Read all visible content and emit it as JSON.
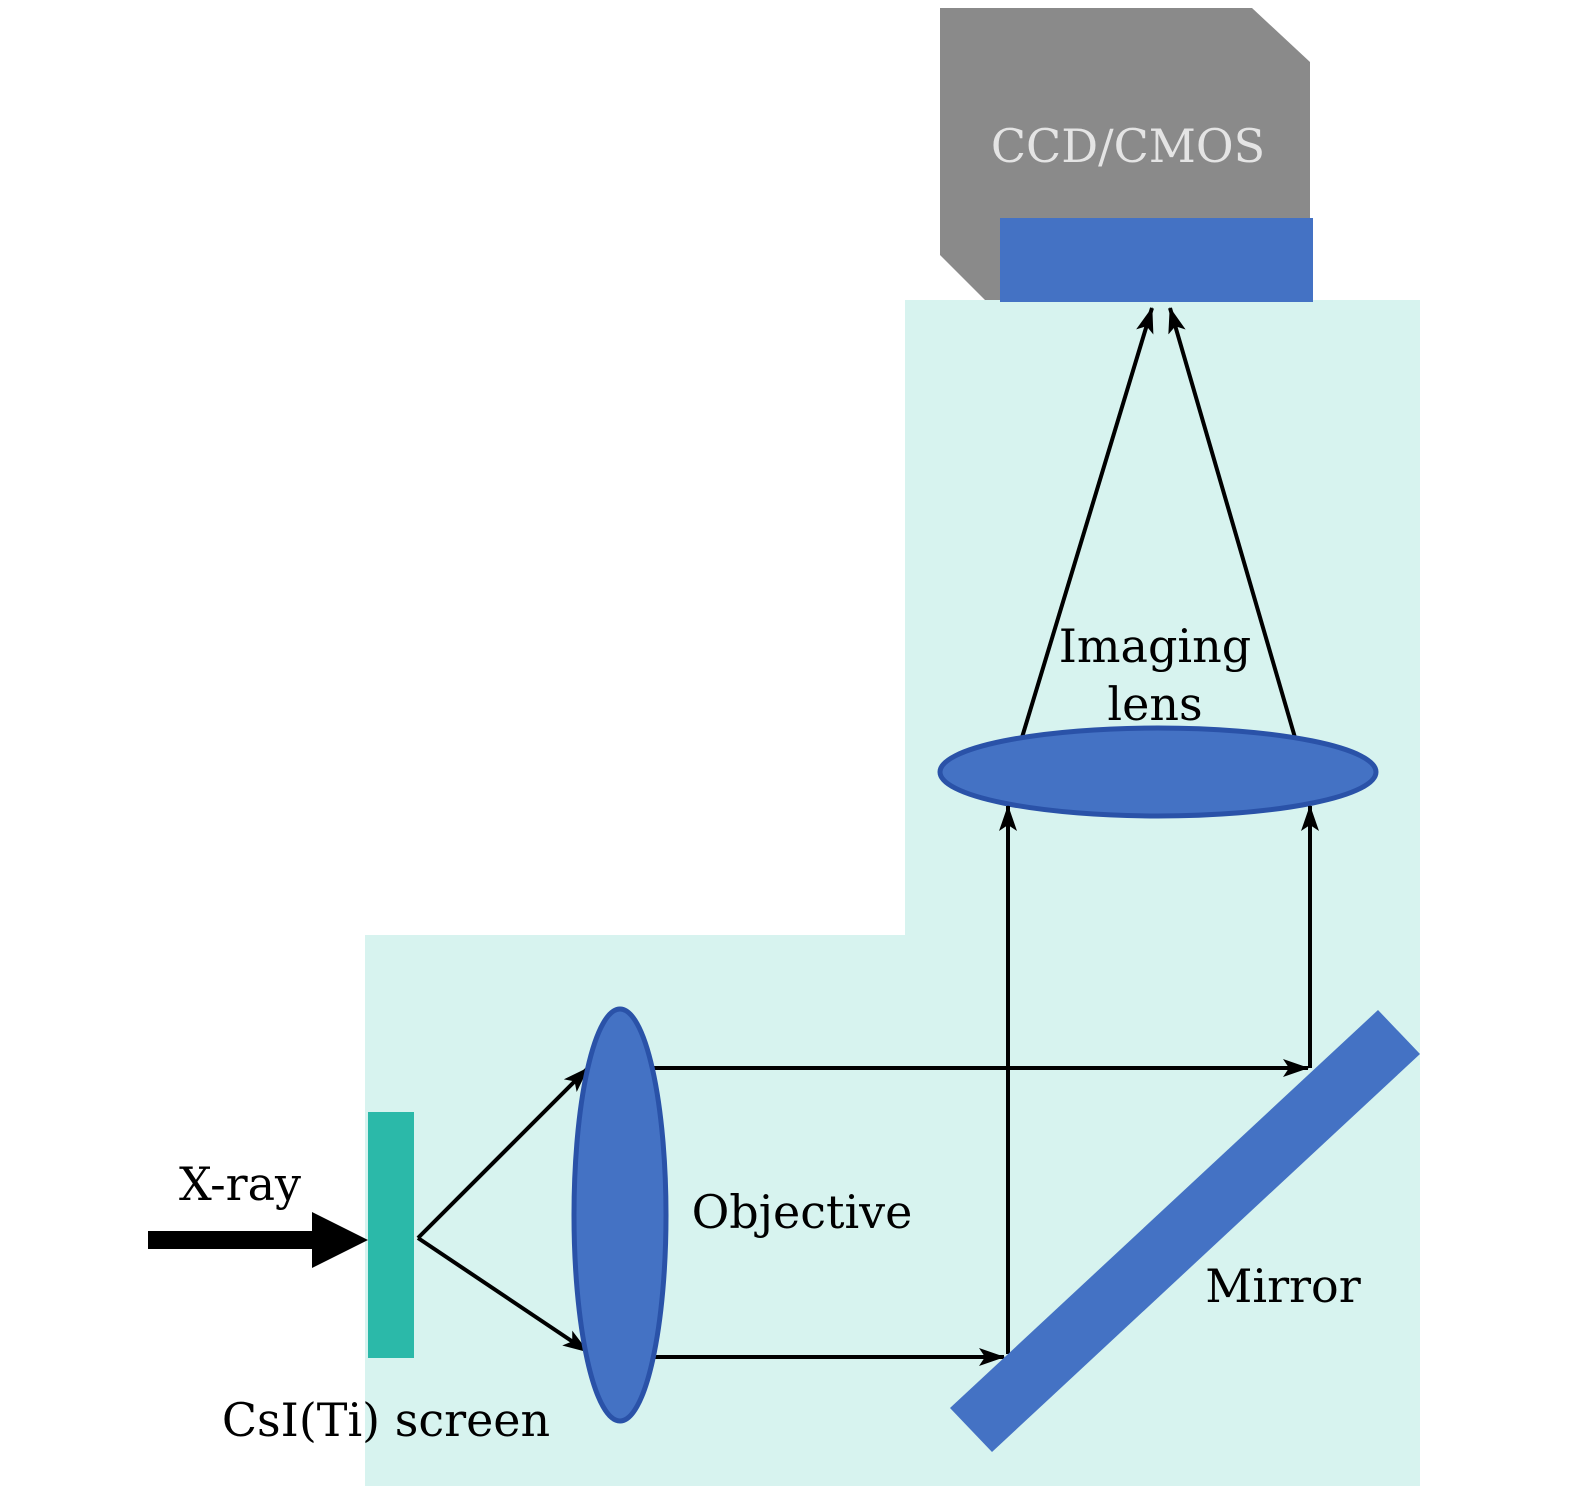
{
  "diagram": {
    "labels": {
      "ccd": "CCD/CMOS",
      "imaging_lens_line1": "Imaging",
      "imaging_lens_line2": "lens",
      "objective": "Objective",
      "mirror": "Mirror",
      "screen": "CsI(Ti) screen",
      "xray": "X-ray"
    },
    "colors": {
      "enclosure": "#d7f3ef",
      "camera_body": "#8a8a8a",
      "sensor": "#4472c4",
      "lens_fill": "#4472c4",
      "lens_stroke": "#2a52a8",
      "mirror": "#4472c4",
      "screen": "#2bb9a9",
      "ray": "#000000",
      "ccd_text": "#e4e4e4",
      "label_text": "#000000"
    }
  }
}
